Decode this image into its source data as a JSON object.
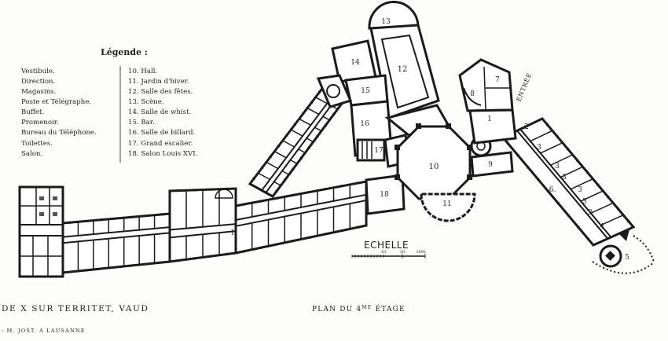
{
  "legend": {
    "title": "Légende :",
    "items_left": [
      "Vestibule.",
      "Direction.",
      "Magasins.",
      "Poste et Télégraphe.",
      "Buffet.",
      "Promenoir.",
      "Bureau du Téléphone.",
      "Toilettes.",
      "Salon."
    ],
    "items_right": [
      "10. Hall.",
      "11. Jardin d'hiver.",
      "12. Salle des fêtes.",
      "13. Scène.",
      "14. Salle de whist.",
      "15. Bar.",
      "16. Salle de billard.",
      "17. Grand escalier.",
      "18. Salon Louis XVI."
    ]
  },
  "plan": {
    "room_labels": {
      "scene": "13",
      "whist": "14",
      "fetes": "12",
      "bar": "15",
      "billard": "16",
      "escalier": "17",
      "hall": "10",
      "jardin": "11",
      "salon_louis": "18",
      "salon": "9",
      "vestibule": "1",
      "direction": "2",
      "telephone": "7",
      "toilettes": "8",
      "magasins": [
        "3",
        "3",
        "3",
        "3",
        "3",
        "3"
      ],
      "promenoir": "6.",
      "poste": "4",
      "buffet": "5"
    },
    "entrance_label": "ENTRÉE",
    "misc_label": "H"
  },
  "scale": {
    "title": "ECHELLE",
    "tick_labels": [
      "10",
      "20",
      "30M."
    ]
  },
  "captions": {
    "building": "DE X SUR TERRITET, VAUD",
    "plan_prefix": "PLAN DU 4",
    "plan_sup": "ME",
    "plan_suffix": " ÉTAGE",
    "credit": ": M. JOST, A LAUSANNE"
  }
}
